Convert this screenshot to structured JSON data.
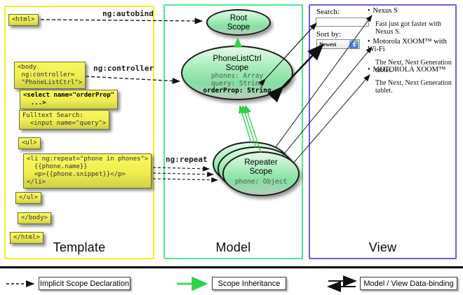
{
  "titles": {
    "template": "Template",
    "model": "Model",
    "view": "View"
  },
  "connector_labels": {
    "autobind": "ng:autobind",
    "controller": "ng:controller",
    "repeat": "ng:repeat"
  },
  "template_code": {
    "html_open": "<html>",
    "body_open": "<body\n ng:controller=\n \"PhoneListCtrl\">",
    "select": "<select name=\"orderProp\"\n  ...>",
    "fulltext": "Fulltext Search:\n  <input name=\"query\">",
    "ul_open": "<ul>",
    "li_repeat": "<li ng:repeat=\"phone in phones\">\n  {{phone.name}}\n  <p>{{phone.snippet}}</p>\n</li>",
    "ul_close": "</ul>",
    "body_close": "</body>",
    "html_close": "</html>"
  },
  "scopes": {
    "root": {
      "name": "Root\nScope"
    },
    "phone_list": {
      "name": "PhoneListCtrl\nScope",
      "prop1": "phones: Array",
      "prop2": "query: String",
      "prop3": "orderProp: String"
    },
    "repeater": {
      "name": "Repeater\nScope",
      "prop1": "phone: Object"
    }
  },
  "view": {
    "search_label": "Search:",
    "search_value": "",
    "sort_label": "Sort by:",
    "sort_value": "Newest",
    "bullet": "•",
    "phones": [
      {
        "name": "Nexus S",
        "snippet": "Fast just got faster with Nexus S."
      },
      {
        "name": "Motorola XOOM™ with Wi-Fi",
        "snippet": "The Next, Next Generation tablet."
      },
      {
        "name": "MOTOROLA XOOM™",
        "snippet": "The Next, Next Generation tablet."
      }
    ]
  },
  "legend": {
    "implicit": "Implicit Scope Declaration",
    "inheritance": "Scope Inheritance",
    "binding": "Model / View Data-binding"
  },
  "colors": {
    "template_border": "#f2ef1d",
    "model_border": "#4be98f",
    "view_border": "#6b5fe0",
    "code_yellow": "#f0ee4e",
    "scope_green": "#8ce3a8",
    "inheritance_arrow": "#2bd348"
  }
}
